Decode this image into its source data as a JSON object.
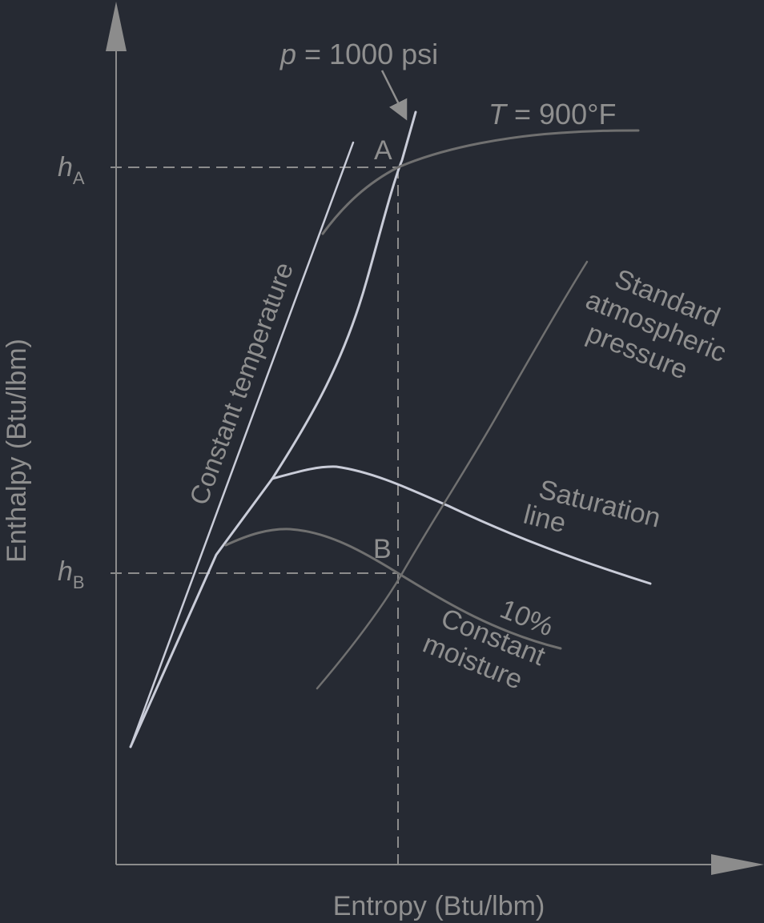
{
  "colors": {
    "background": "#262a33",
    "axis": "#8c8c8c",
    "light_curve": "#c9ccd8",
    "dark_curve": "#707070",
    "label": "#8f8f8f"
  },
  "axes": {
    "x_label": "Entropy (Btu/lbm)",
    "y_label": "Enthalpy (Btu/lbm)"
  },
  "enthalpy_marks": {
    "hA_symbol": "h",
    "hA_sub": "A",
    "hB_symbol": "h",
    "hB_sub": "B"
  },
  "points": {
    "A": "A",
    "B": "B"
  },
  "labels": {
    "pressure_var": "p",
    "pressure_value": " = 1000 psi",
    "temperature_var": "T",
    "temperature_value": " = 900°F",
    "constant_temperature": "Constant temperature",
    "standard_line1": "Standard",
    "standard_line2": "atmospheric",
    "standard_line3": "pressure",
    "saturation_line1": "Saturation",
    "saturation_line2": "line",
    "moisture_line1": "10%",
    "moisture_line2": "Constant",
    "moisture_line3": "moisture"
  }
}
